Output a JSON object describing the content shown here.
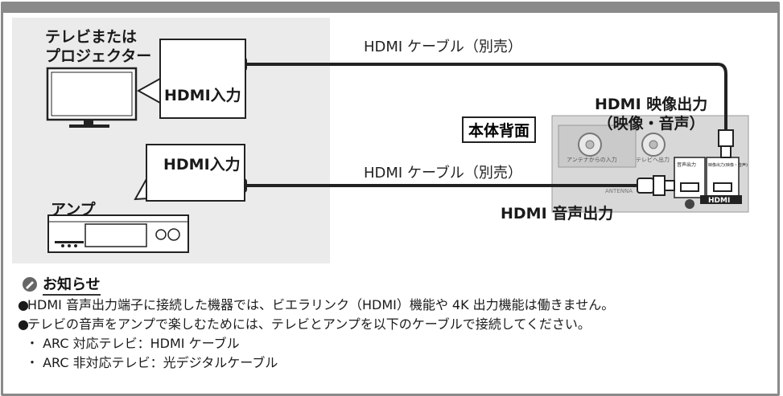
{
  "diagram": {
    "tv_label_line1": "テレビまたは",
    "tv_label_line2": "プロジェクター",
    "tv_input": "HDMI入力",
    "amp_label": "アンプ",
    "amp_input": "HDMI入力",
    "cable_top": "HDMI ケーブル（別売）",
    "cable_bottom": "HDMI ケーブル（別売）",
    "back_label": "本体背面",
    "video_out_line1": "HDMI 映像出力",
    "video_out_line2": "（映像・音声）",
    "audio_out": "HDMI 音声出力",
    "panel_antenna": "アンテナからの入力",
    "panel_tv": "テレビへ出力",
    "panel_audio": "音声出力",
    "panel_video": "映像出力(映像・音声)",
    "panel_logo": "HDMI",
    "panel_misc": "ANTENNA"
  },
  "notes": {
    "heading": "お知らせ",
    "items": [
      "HDMI 音声出力端子に接続した機器では、ビエラリンク（HDMI）機能や 4K 出力機能は働きません。",
      "テレビの音声をアンプで楽しむためには、テレビとアンプを以下のケーブルで接続してください。"
    ],
    "sub_items": [
      "・ ARC 対応テレビ：HDMI ケーブル",
      "・ ARC 非対応テレビ：光デジタルケーブル"
    ]
  }
}
